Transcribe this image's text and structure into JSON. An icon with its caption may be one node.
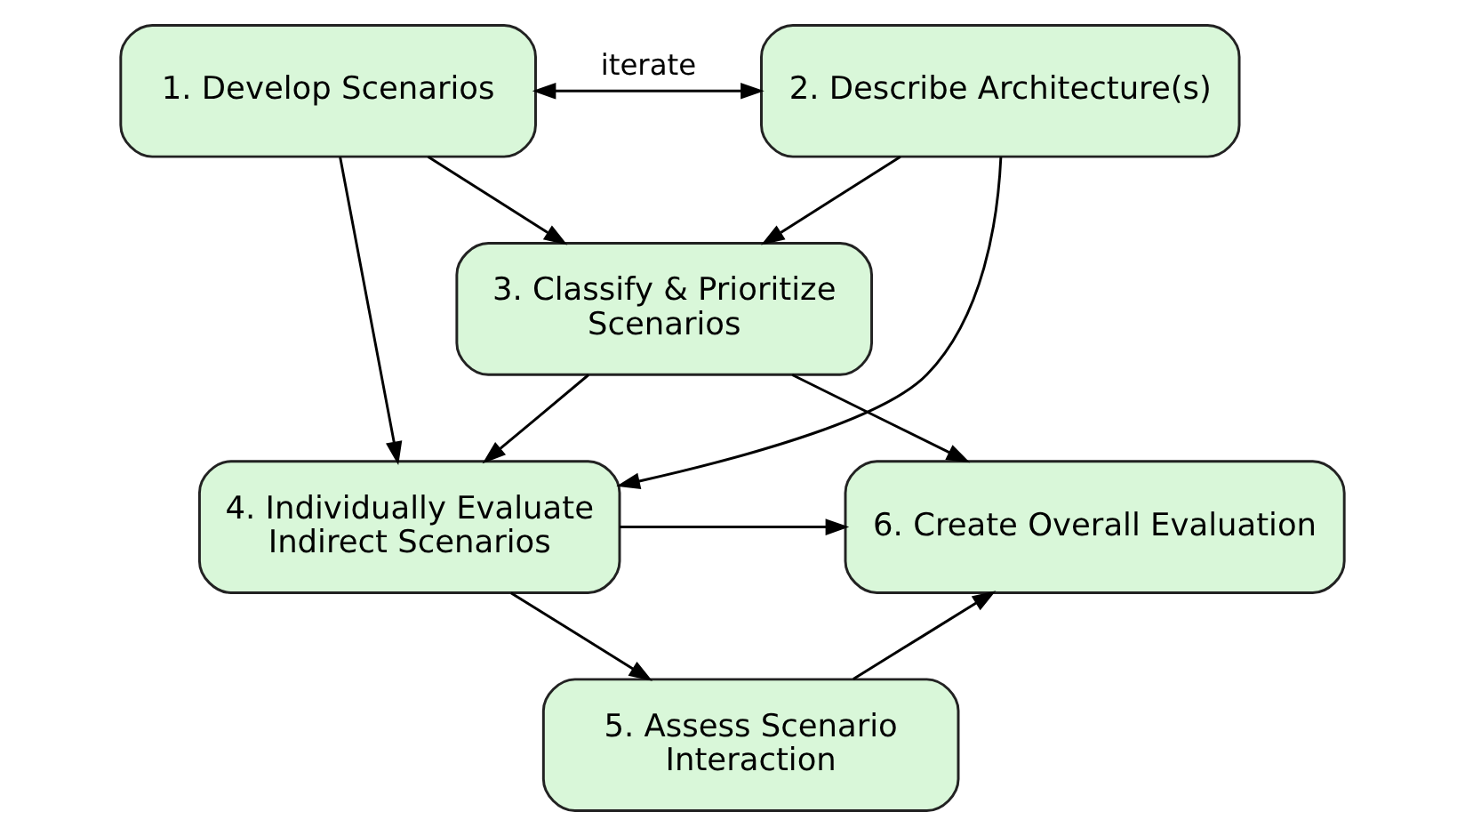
{
  "diagram": {
    "nodes": [
      {
        "text": [
          "1. Develop Scenarios"
        ]
      },
      {
        "text": [
          "2. Describe Architecture(s)"
        ]
      },
      {
        "text": [
          "3. Classify & Prioritize Scenarios"
        ]
      },
      {
        "text": [
          "4. Individually Evaluate Indirect Scenarios"
        ]
      },
      {
        "text": [
          "5. Assess Scenario Interaction"
        ]
      },
      {
        "text": [
          "6. Create Overall Evaluation"
        ]
      }
    ],
    "edges": [
      {
        "from": 0,
        "to": 1,
        "arrow": "both",
        "label": "iterate"
      },
      {
        "from": 0,
        "to": 2,
        "arrow": "to"
      },
      {
        "from": 0,
        "to": 3,
        "arrow": "to"
      },
      {
        "from": 1,
        "to": 2,
        "arrow": "to"
      },
      {
        "from": 1,
        "to": 3,
        "arrow": "to"
      },
      {
        "from": 2,
        "to": 3,
        "arrow": "to"
      },
      {
        "from": 2,
        "to": 5,
        "arrow": "to"
      },
      {
        "from": 3,
        "to": 5,
        "arrow": "to"
      },
      {
        "from": 3,
        "to": 4,
        "arrow": "to"
      },
      {
        "from": 4,
        "to": 5,
        "arrow": "to"
      }
    ]
  }
}
